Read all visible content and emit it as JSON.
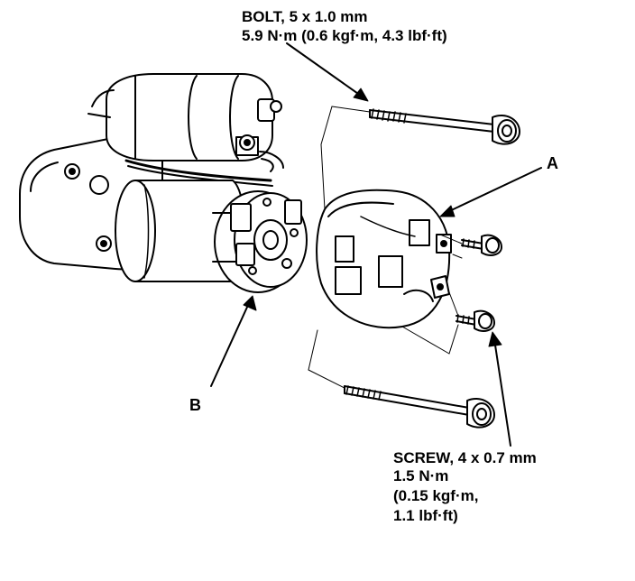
{
  "labels": {
    "bolt": {
      "line1": "BOLT, 5 x 1.0 mm",
      "line2": "5.9 N·m (0.6 kgf·m, 4.3 lbf·ft)"
    },
    "screw": {
      "line1": "SCREW, 4 x 0.7 mm",
      "line2": "1.5 N·m",
      "line3": "(0.15 kgf·m,",
      "line4": "1.1 lbf·ft)"
    },
    "callout_a": "A",
    "callout_b": "B"
  },
  "colors": {
    "ink": "#000000",
    "paper": "#ffffff"
  }
}
